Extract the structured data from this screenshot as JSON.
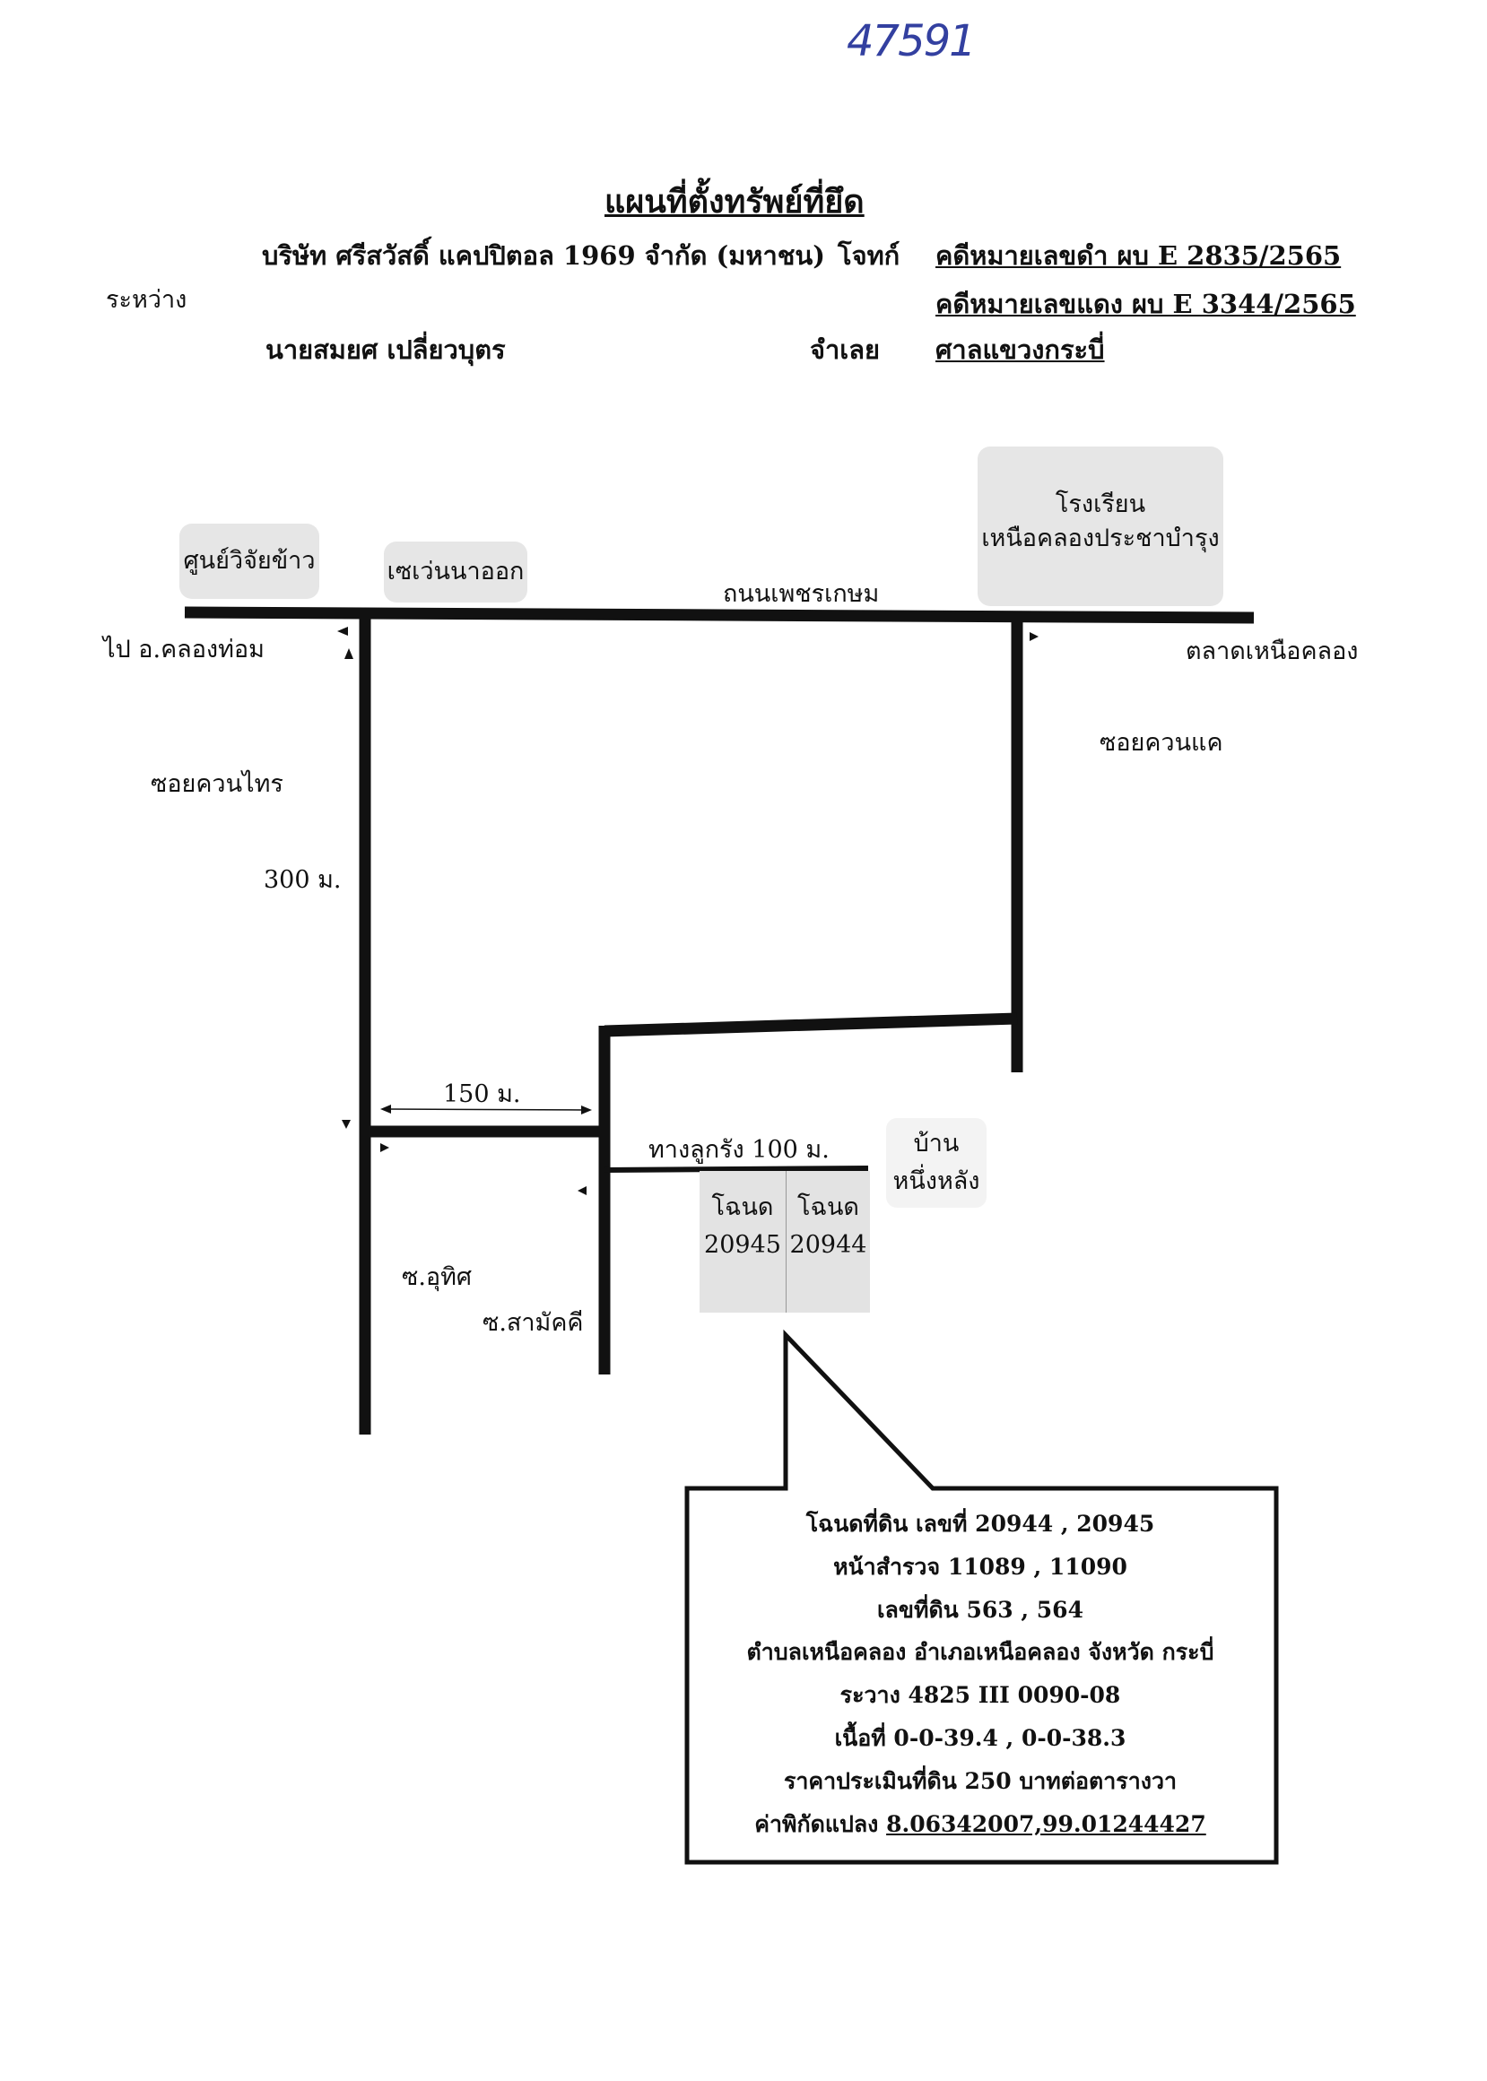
{
  "header": {
    "handwritten_number": "47591",
    "title": "แผนที่ตั้งทรัพย์ที่ยึด",
    "plaintiff_name": "บริษัท ศรีสวัสดิ์ แคปปิตอล 1969 จำกัด (มหาชน)",
    "plaintiff_role": "โจทก์",
    "between_label": "ระหว่าง",
    "defendant_name": "นายสมยศ เปลี่ยวบุตร",
    "defendant_role": "จำเลย",
    "black_case": "คดีหมายเลขดำ ผบ E 2835/2565",
    "red_case": "คดีหมายเลขแดง ผบ E 3344/2565",
    "court": "ศาลแขวงกระบี่"
  },
  "map": {
    "landmarks": {
      "rice_center": "ศูนย์วิจัยข้าว",
      "seven_eleven": "เซเว่นนาออก",
      "school_line1": "โรงเรียน",
      "school_line2": "เหนือคลองประชาบำรุง",
      "house_line1": "บ้าน",
      "house_line2": "หนึ่งหลัง"
    },
    "roads": {
      "main_road": "ถนนเพชรเกษม",
      "to_district": "ไป อ.คลองท่อม",
      "market": "ตลาดเหนือคลอง",
      "soi_khuan_kae": "ซอยควนแค",
      "soi_khuan_sai": "ซอยควนไทร",
      "distance_300": "300 ม.",
      "distance_150": "150 ม.",
      "gravel_path": "ทางลูกรัง 100 ม.",
      "soi_uthit": "ซ.อุทิศ",
      "soi_samakkhi": "ซ.สามัคคี"
    },
    "plots": [
      {
        "label": "โฉนด",
        "number": "20945"
      },
      {
        "label": "โฉนด",
        "number": "20944"
      }
    ]
  },
  "callout": {
    "line1": "โฉนดที่ดิน เลขที่ 20944 , 20945",
    "line2": "หน้าสำรวจ 11089 , 11090",
    "line3": "เลขที่ดิน 563 , 564",
    "line4": "ตำบลเหนือคลอง  อำเภอเหนือคลอง จังหวัด กระบี่",
    "line5": "ระวาง 4825 III 0090-08",
    "line6": "เนื้อที่ 0-0-39.4 , 0-0-38.3",
    "line7": "ราคาประเมินที่ดิน 250 บาทต่อตารางวา",
    "line8_label": "ค่าพิกัดแปลง",
    "line8_value": "8.06342007,99.01244427"
  },
  "colors": {
    "ink": "#111111",
    "handwriting": "#3340a0",
    "shade": "#e6e6e6"
  }
}
